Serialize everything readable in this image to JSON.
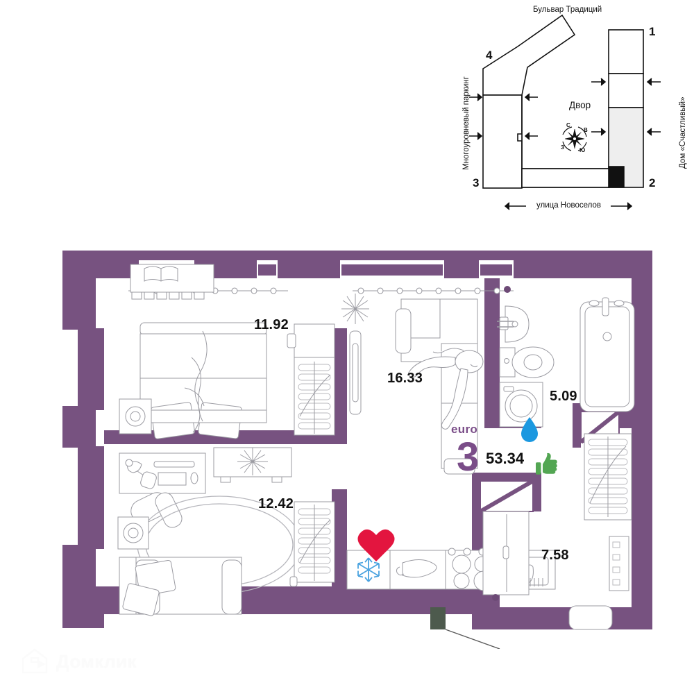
{
  "site_map": {
    "street_top": "Бульвар Традиций",
    "street_bottom": "улица Новоселов",
    "label_left": "Многоуровневый паркинг",
    "label_right": "Дом «Счастливый»",
    "courtyard": "Двор",
    "building_numbers": [
      "1",
      "2",
      "3",
      "4"
    ],
    "compass": {
      "north": "С",
      "east": "В",
      "south": "Ю",
      "west": "З"
    }
  },
  "floor_plan": {
    "layout_type": "euro",
    "rooms_count": "3",
    "total_area": "53.34",
    "rooms": [
      {
        "name": "bedroom-1",
        "area": "11.92"
      },
      {
        "name": "living-room",
        "area": "16.33"
      },
      {
        "name": "bathroom",
        "area": "5.09"
      },
      {
        "name": "bedroom-2",
        "area": "12.42"
      },
      {
        "name": "hall",
        "area": "7.58"
      }
    ],
    "icons": {
      "water_drop": "water-drop-icon",
      "heart": "heart-icon",
      "thumbs_up": "thumbs-up-icon",
      "snowflake": "snowflake-icon"
    },
    "colors": {
      "wall": "#775280",
      "wall_dark": "#6d4a76",
      "furniture_stroke": "#8f8f96",
      "accent_purple": "#7a4d88",
      "heart_red": "#e3153f",
      "drop_blue": "#1b98e0",
      "thumb_green": "#53a653"
    }
  },
  "watermark": {
    "brand": "Домклик",
    "logo_icon": "domclick-house-icon"
  }
}
